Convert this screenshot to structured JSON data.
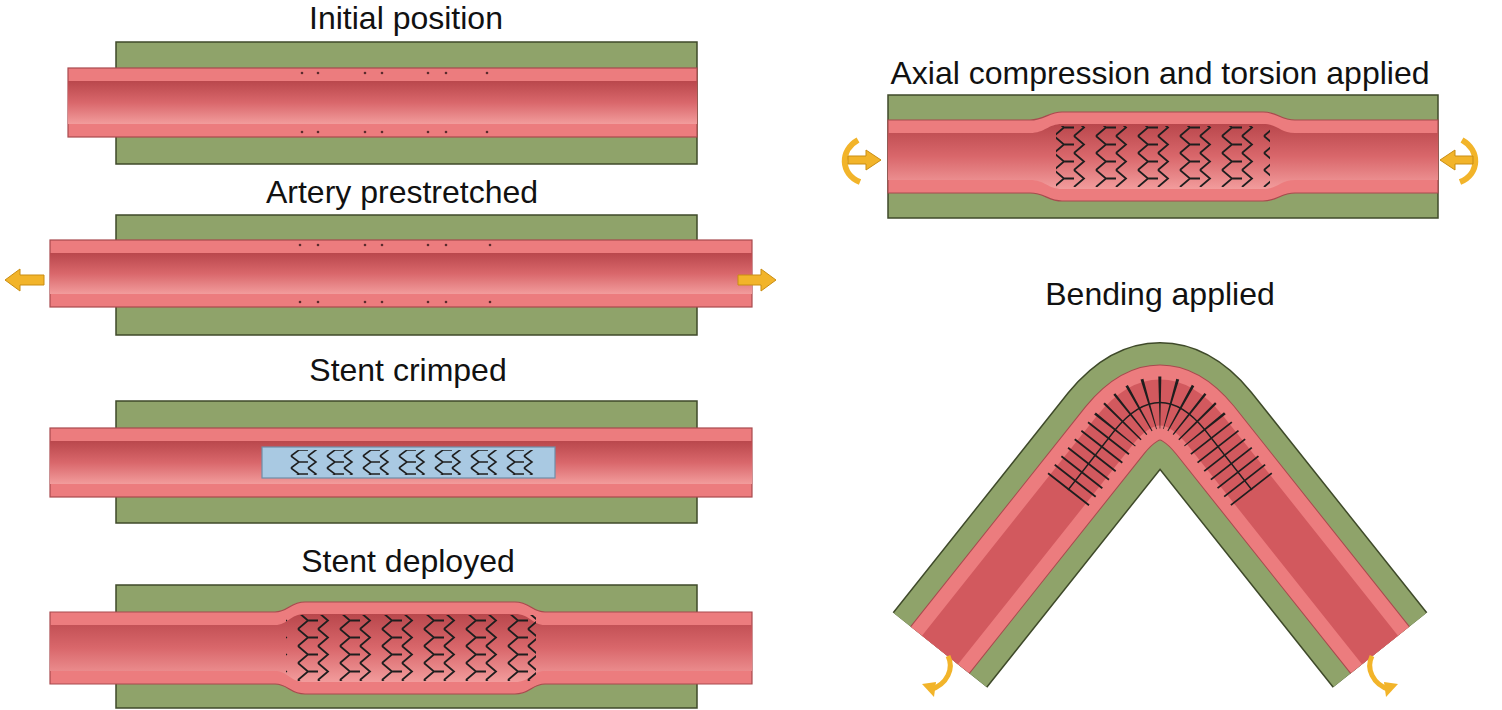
{
  "diagram": {
    "labels": [
      "Initial position",
      "Artery prestretched",
      "Stent crimped",
      "Stent deployed",
      "Axial compression and torsion applied",
      "Bending applied"
    ]
  }
}
